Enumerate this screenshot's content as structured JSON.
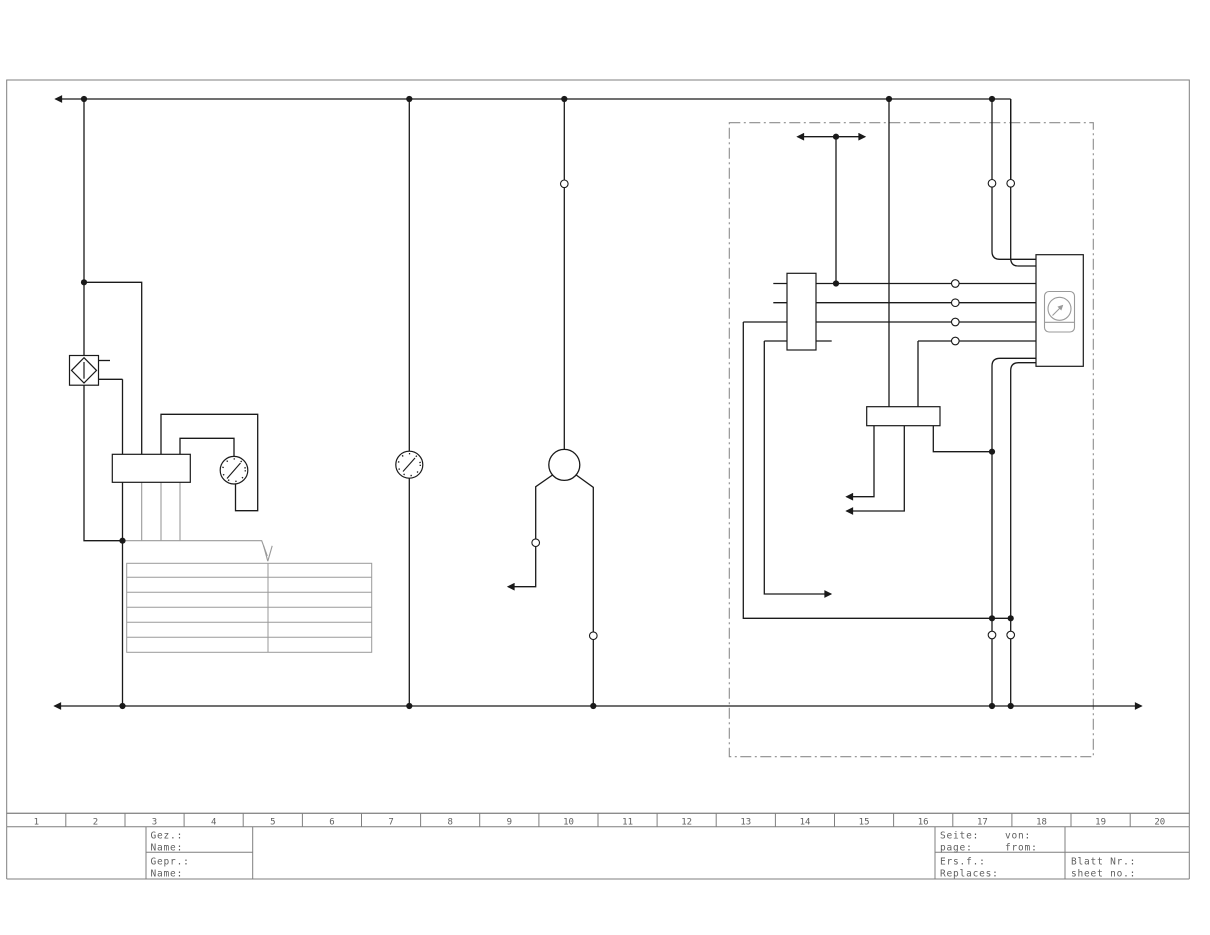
{
  "drawing": {
    "kind": "electrical wiring schematic",
    "colors": {
      "line": "#1a1a1a",
      "aux_line": "#9a9a9a",
      "frame": "#7f7f7f",
      "text": "#5f5f5f",
      "boundary": "#8c8c8c",
      "background": "#ffffff"
    }
  },
  "ruler": {
    "numbers": [
      "1",
      "2",
      "3",
      "4",
      "5",
      "6",
      "7",
      "8",
      "9",
      "10",
      "11",
      "12",
      "13",
      "14",
      "15",
      "16",
      "17",
      "18",
      "19",
      "20"
    ]
  },
  "title_block": {
    "drawn_by": {
      "label": "Gez.:",
      "name_label": "Name:"
    },
    "checked_by": {
      "label": "Gepr.:",
      "name_label": "Name:"
    },
    "page_ref": {
      "seite_label": "Seite:",
      "page_label": "page:",
      "von_label": "von:",
      "from_label": "from:"
    },
    "replaces": {
      "ersf_label": "Ers.f.:",
      "replaces_label": "Replaces:"
    },
    "sheet_no": {
      "blatt_label": "Blatt Nr.:",
      "sheet_label": "sheet no.:"
    }
  }
}
